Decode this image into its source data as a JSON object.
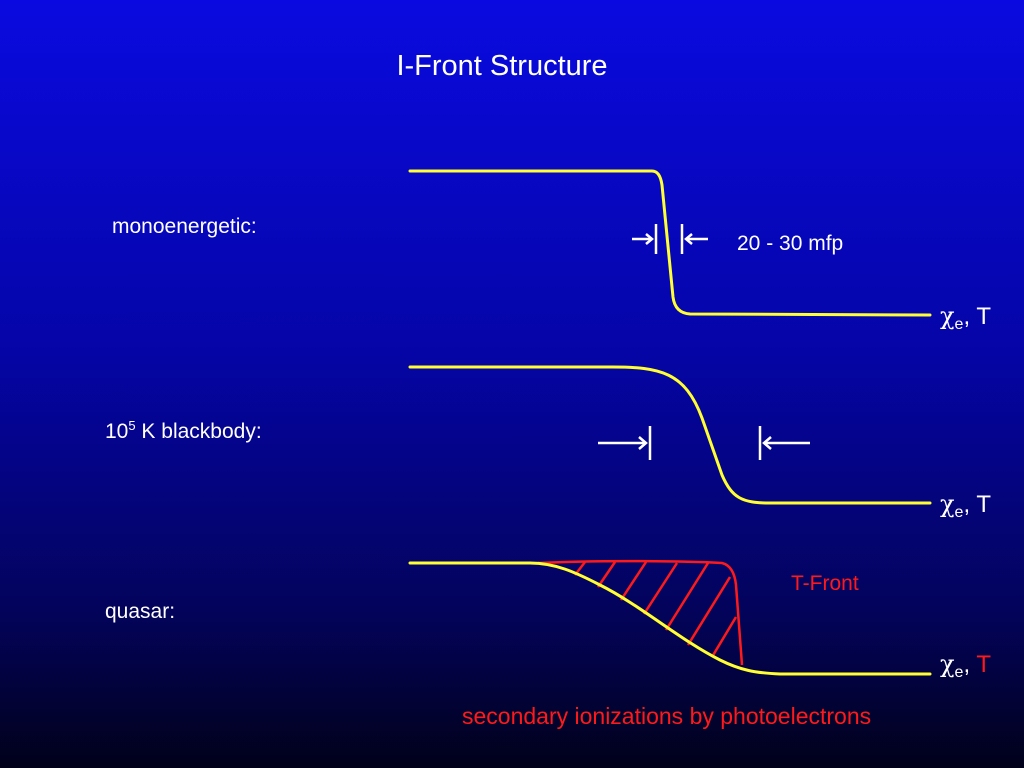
{
  "title": "I-Front Structure",
  "rows": [
    {
      "label": "monoenergetic:",
      "width_label": "20 - 30 mfp",
      "chi": "χ",
      "chi_sub": "e",
      "sep": ",",
      "temp": "T"
    },
    {
      "label_base": "10",
      "label_sup": "5",
      "label_rest": " K blackbody:",
      "chi": "χ",
      "chi_sub": "e",
      "sep": ",",
      "temp": "T"
    },
    {
      "label": "quasar:",
      "t_front_label": "T-Front",
      "chi": "χ",
      "chi_sub": "e",
      "sep": ",",
      "temp": "T"
    }
  ],
  "footnote": "secondary ionizations by photoelectrons",
  "colors": {
    "curve": "#ffff33",
    "t_front": "#ff1a1a",
    "text": "#ffffff",
    "accent_text": "#ff1a1a"
  }
}
